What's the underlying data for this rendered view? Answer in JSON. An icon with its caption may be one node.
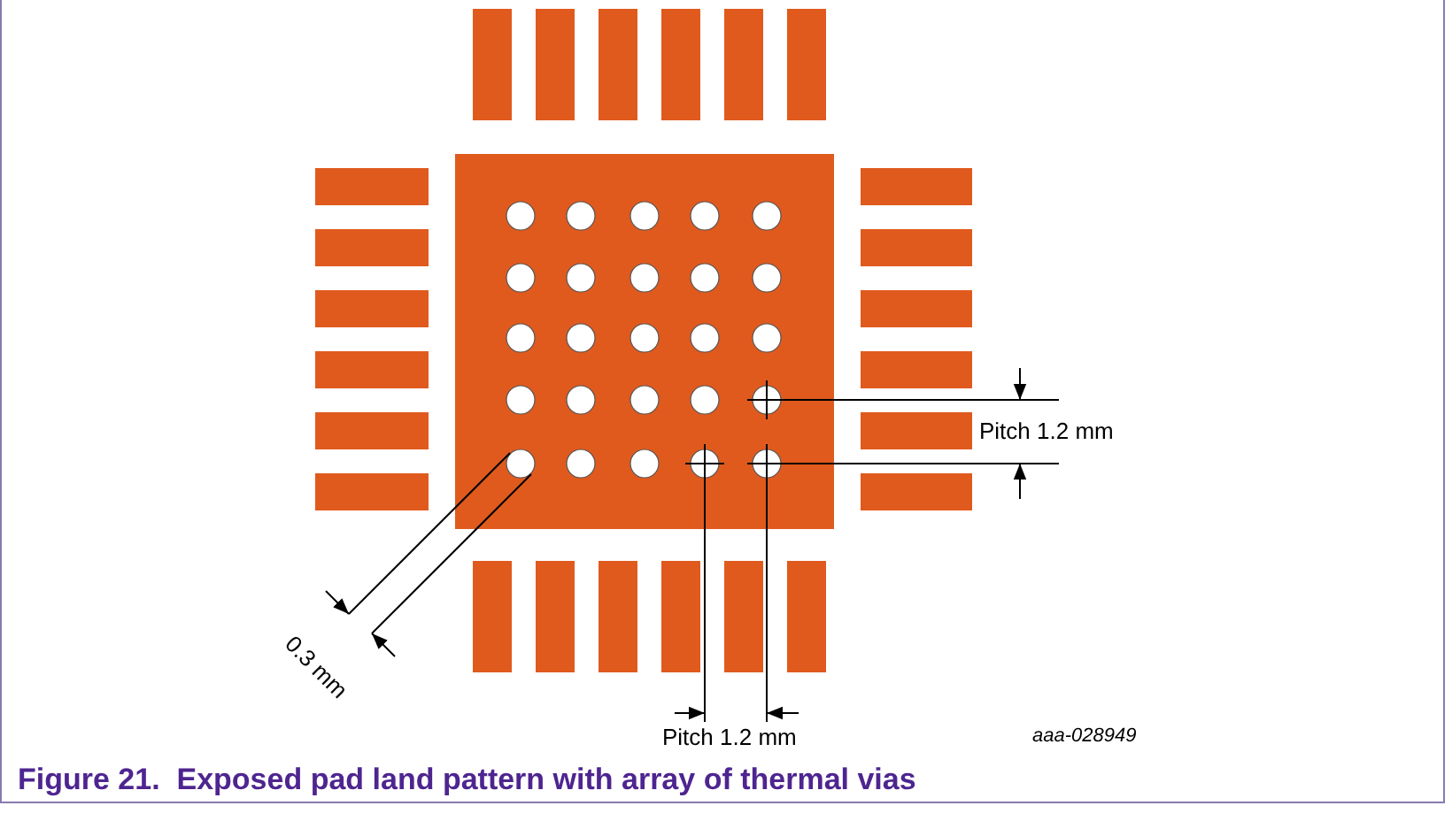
{
  "diagram": {
    "caption": "Figure 21.  Exposed pad land pattern with array of thermal vias",
    "labels": [
      "Pitch 1.2 mm",
      "0.3 mm",
      "Pitch 1.2 mm",
      "aaa-028949"
    ]
  }
}
